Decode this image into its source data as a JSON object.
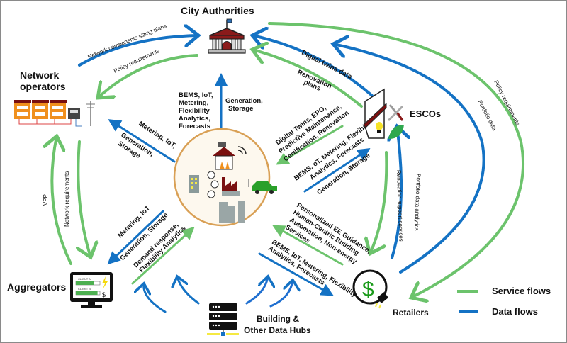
{
  "colors": {
    "service": "#6cc36c",
    "data": "#1472c4",
    "hub_circle": "#d9a055",
    "hub_fill": "#fdf7ec"
  },
  "actors": {
    "city": "City Authorities",
    "network_line1": "Network",
    "network_line2": "operators",
    "escos": "ESCOs",
    "aggregators": "Aggregators",
    "retailers": "Retailers",
    "hubs_line1": "Building &",
    "hubs_line2": "Other Data Hubs"
  },
  "legend": {
    "service": "Service flows",
    "data": "Data flows"
  },
  "flows": {
    "net_sizing": "Network components sizing plans",
    "net_policy": "Policy requirements",
    "city_bems": [
      "BEMS, IoT,",
      "Metering,",
      "Flexibility",
      "Analytics,",
      "Forecasts"
    ],
    "city_gen": [
      "Generation,",
      "Storage"
    ],
    "net_meter": [
      "Metering, IoT,"
    ],
    "net_gen": [
      "Generation,",
      "Storage"
    ],
    "esco_dt": "Digital twins data",
    "esco_reno": [
      "Renovation",
      "plans"
    ],
    "esco_services": [
      "Digital Twins, EPO,",
      "Predictive Maintenance,",
      "Certification, Renovation"
    ],
    "esco_data": [
      "BEMS, oT, Metering, Flexibility",
      "Analytics, Forecasts"
    ],
    "esco_gen": "Generation, Storage",
    "policy_ret": "Policy requirements",
    "portfolio": "Portfolio data",
    "vpp": "VPP",
    "net_req": "Network requirements",
    "agg_meter": "Metering, IoT",
    "agg_gen": "Generation, Storage",
    "agg_dr": [
      "Demand response,",
      "Flexibility Analytics"
    ],
    "ret_services": [
      "Personalized EE Guidance,",
      "Human-Centric Building",
      "Automation, Non-energy",
      "Services"
    ],
    "ret_data": [
      "BEMS, IoT, Metering, Flexibility",
      "Analytics, Forecasts"
    ],
    "reno_support": "Renovation support services",
    "portfolio_analytics": "Portfolio data analytics"
  },
  "aggregator_screen": {
    "client_a": "CLIENT A",
    "client_b": "CLIENT B",
    "client_a_progress": 0.75,
    "client_b_progress": 0.9
  }
}
